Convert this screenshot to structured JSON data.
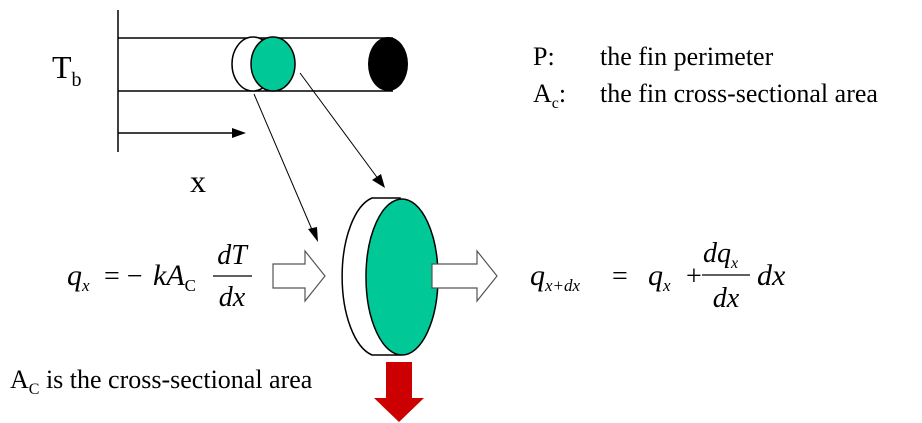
{
  "labels": {
    "base_temp": "T",
    "base_temp_sub": "b",
    "x_axis": "x"
  },
  "legend": {
    "p_symbol": "P:",
    "p_desc": "the fin perimeter",
    "ac_symbol": "A",
    "ac_sub": "c",
    "ac_colon": ":",
    "ac_desc": "the fin cross-sectional area"
  },
  "eq_in": {
    "q": "q",
    "q_sub": "x",
    "rhs_prefix": "= −",
    "k": "kA",
    "k_sub": "C",
    "num": "dT",
    "den": "dx"
  },
  "eq_out": {
    "q": "q",
    "q_sub": "x+dx",
    "eq": "=",
    "q2": "q",
    "q2_sub": "x",
    "plus": "+",
    "num": "dq",
    "num_sub": "x",
    "den": "dx",
    "tail": "dx"
  },
  "note": {
    "ac": "A",
    "ac_sub": "C",
    "text": " is the cross-sectional area"
  },
  "colors": {
    "fin_element": "#00c896",
    "fin_tip": "#000000",
    "heat_loss_arrow": "#cc0000",
    "arrow_outline": "#555555"
  }
}
